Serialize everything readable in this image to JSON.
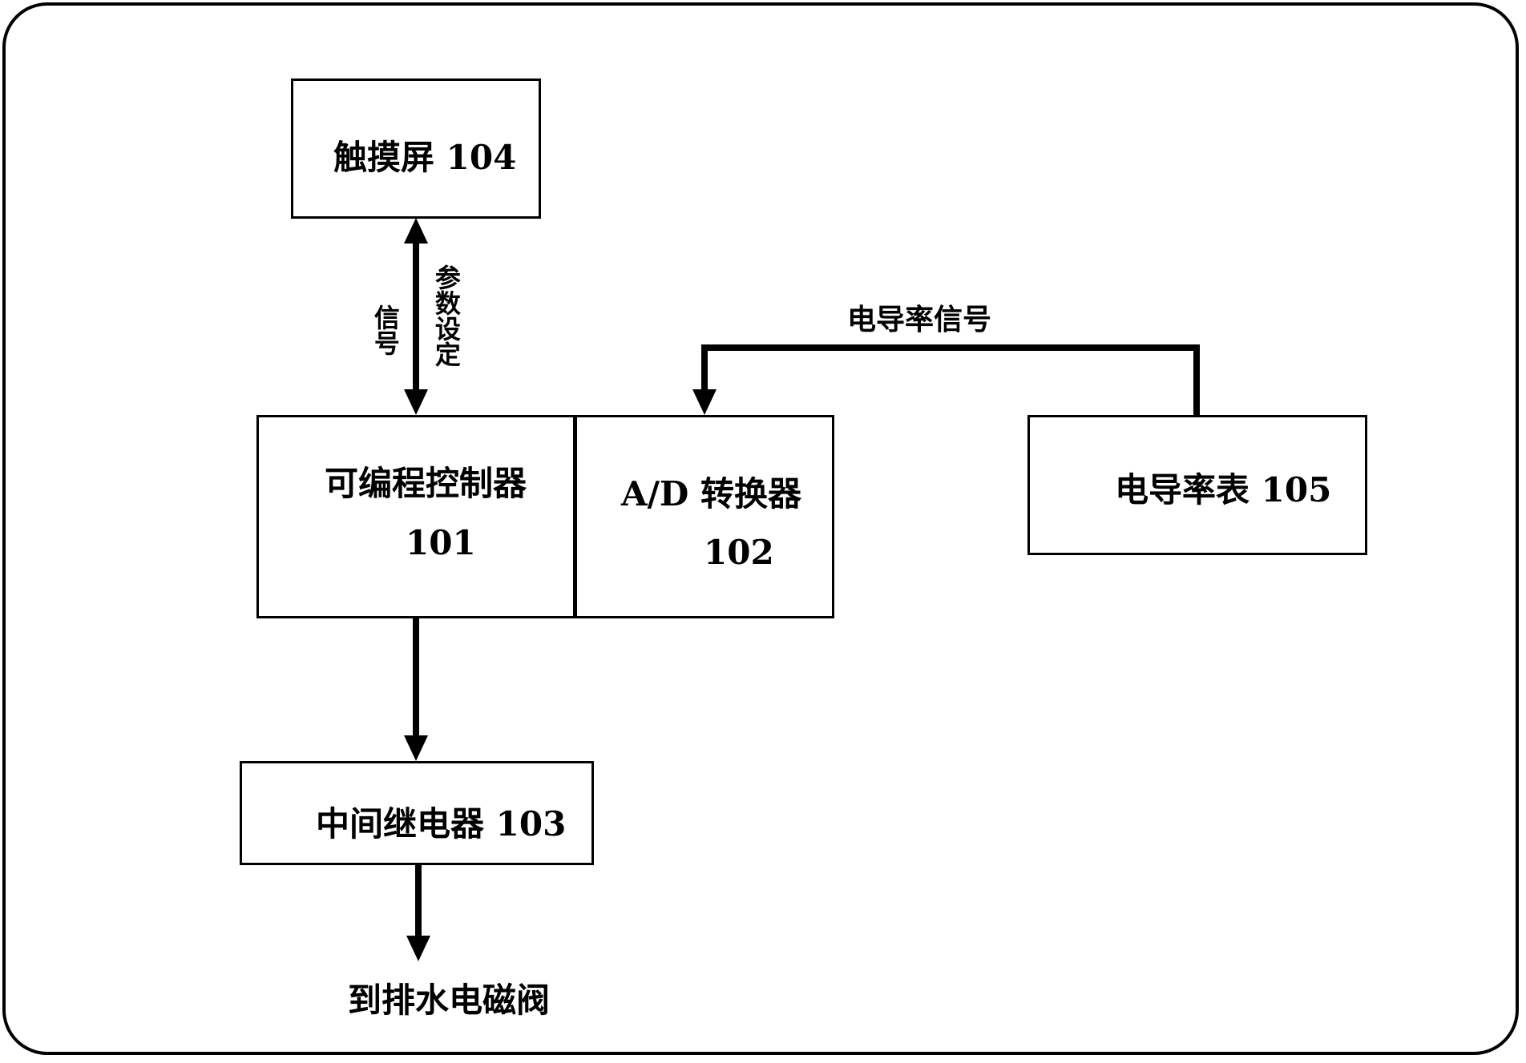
{
  "blocks": {
    "touchscreen": {
      "name": "触摸屏",
      "id": "104"
    },
    "plc": {
      "name": "可编程控制器",
      "id": "101"
    },
    "ad_converter": {
      "prefix": "A/D",
      "name": "转换器",
      "id": "102"
    },
    "conductivity_meter": {
      "name": "电导率表",
      "id": "105"
    },
    "relay": {
      "name": "中间继电器",
      "id": "103"
    }
  },
  "labels": {
    "param_signal_line1": "参数设定",
    "param_signal_line2": "信号",
    "conductivity_signal": "电导率信号",
    "output_target": "到排水电磁阀"
  },
  "colors": {
    "stroke": "#000000",
    "background": "#ffffff"
  }
}
